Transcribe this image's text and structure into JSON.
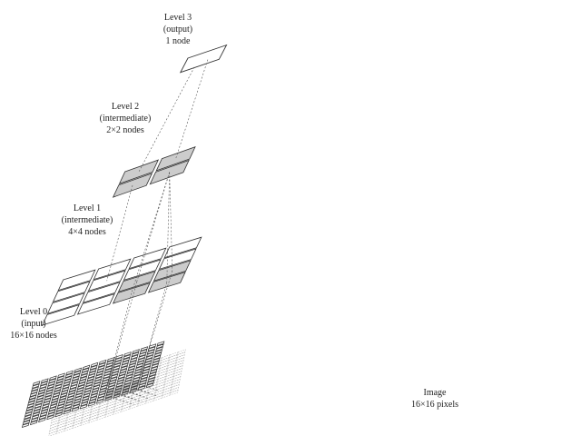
{
  "levels": [
    {
      "title": "Level 3",
      "subtitle": "(output)",
      "count": "1 node"
    },
    {
      "title": "Level 2",
      "subtitle": "(intermediate)",
      "count": "2×2 nodes"
    },
    {
      "title": "Level 1",
      "subtitle": "(intermediate)",
      "count": "4×4 nodes"
    },
    {
      "title": "Level 0",
      "subtitle": "(input)",
      "count": "16×16 nodes"
    }
  ],
  "image_label": {
    "title": "Image",
    "count": "16×16 pixels"
  },
  "colors": {
    "highlight_fill": "#cccccc",
    "tile_fill": "#ffffff",
    "tile_stroke": "#333333",
    "pixel_stroke": "#b8b8b8",
    "link_stroke": "#555555"
  }
}
